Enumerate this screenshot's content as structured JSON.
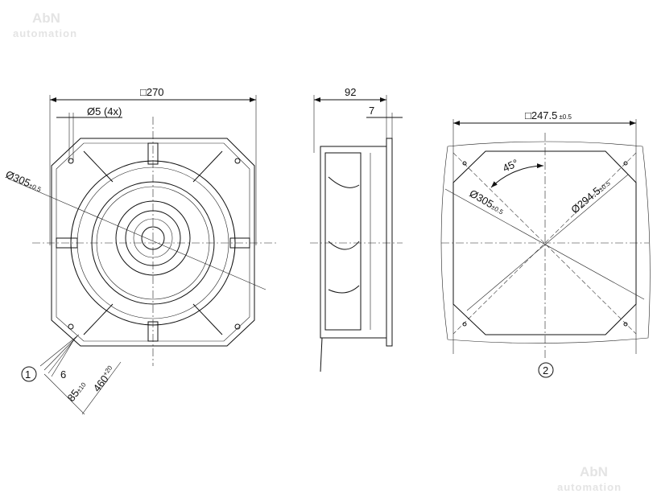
{
  "watermark": {
    "line1": "AbN",
    "line2": "automation"
  },
  "front_view": {
    "width_dim": "□270",
    "hole_dim": "Ø5 (4x)",
    "diameter_dim": "Ø305",
    "diameter_tol": "±0.5",
    "cable_callout": "1",
    "strip_dim": "6",
    "sleeve_dim": "85",
    "sleeve_tol": "±10",
    "cable_dim": "460",
    "cable_tol": "+20"
  },
  "side_view": {
    "depth_dim": "92",
    "flange_dim": "7"
  },
  "cutout_view": {
    "width_dim": "□247.5",
    "width_tol": "±0.5",
    "angle_dim": "45°",
    "diameter1_dim": "Ø305",
    "diameter1_tol": "±0.5",
    "diameter2_dim": "Ø294.5",
    "diameter2_tol": "±0.5",
    "callout": "2"
  }
}
